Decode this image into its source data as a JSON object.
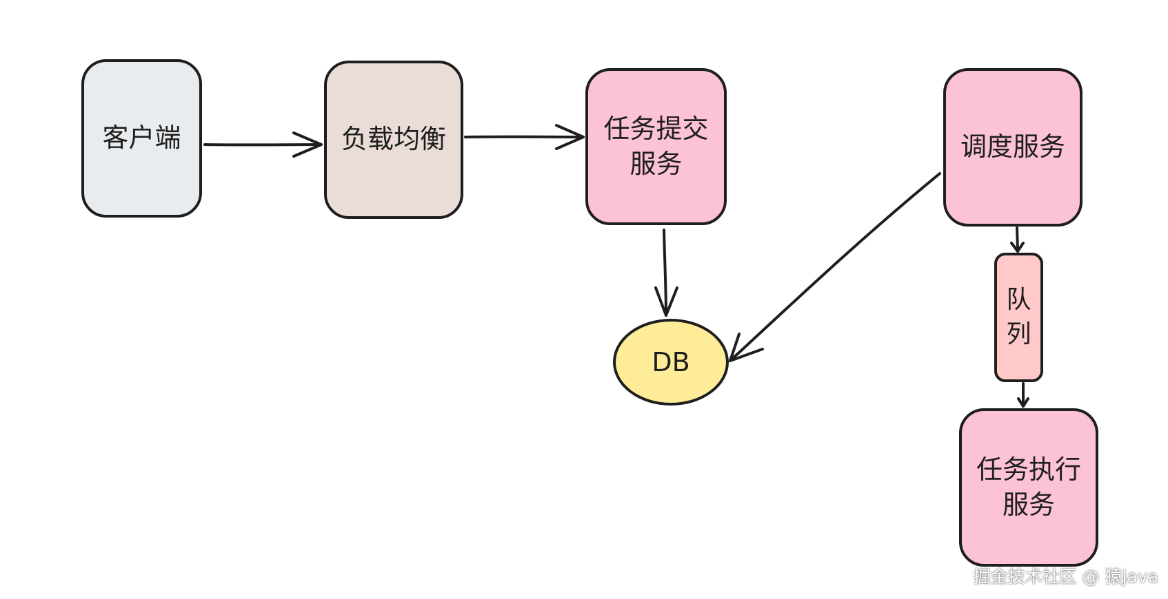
{
  "diagram": {
    "nodes": {
      "client": {
        "label": "客户端",
        "fill": "#e9ecef"
      },
      "load_balancer": {
        "label": "负载均衡",
        "fill": "#eaddd7"
      },
      "task_submit_service": {
        "label": "任务提交\n服务",
        "fill": "#fcc2d7"
      },
      "scheduler_service": {
        "label": "调度服务",
        "fill": "#fcc2d7"
      },
      "queue": {
        "label": "队\n列",
        "fill": "#ffc9c9"
      },
      "task_exec_service": {
        "label": "任务执行\n服务",
        "fill": "#fcc2d7"
      },
      "db": {
        "label": "DB",
        "fill": "#ffec99"
      }
    },
    "edges": [
      {
        "from": "client",
        "to": "load_balancer"
      },
      {
        "from": "load_balancer",
        "to": "task_submit_service"
      },
      {
        "from": "task_submit_service",
        "to": "db"
      },
      {
        "from": "scheduler_service",
        "to": "db"
      },
      {
        "from": "scheduler_service",
        "to": "queue"
      },
      {
        "from": "queue",
        "to": "task_exec_service"
      }
    ],
    "stroke_color": "#1e1e1e"
  },
  "watermark": "掘金技术社区 @ 猿java"
}
